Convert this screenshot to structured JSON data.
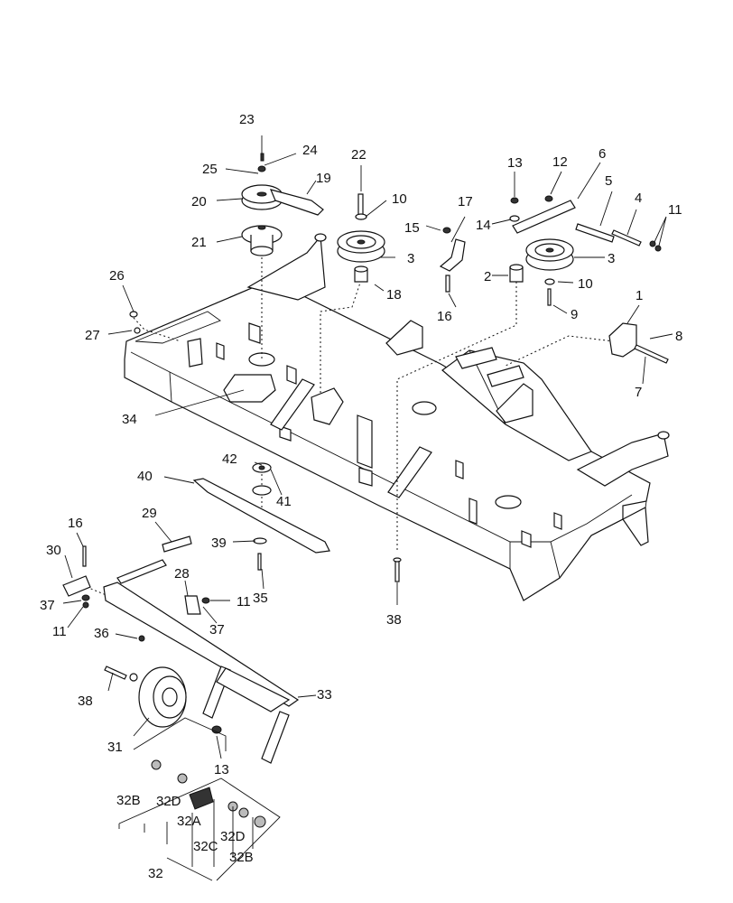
{
  "callouts": [
    {
      "id": "1",
      "text": "1"
    },
    {
      "id": "2",
      "text": "2"
    },
    {
      "id": "3a",
      "text": "3"
    },
    {
      "id": "3b",
      "text": "3"
    },
    {
      "id": "4",
      "text": "4"
    },
    {
      "id": "5",
      "text": "5"
    },
    {
      "id": "6",
      "text": "6"
    },
    {
      "id": "7",
      "text": "7"
    },
    {
      "id": "8",
      "text": "8"
    },
    {
      "id": "9",
      "text": "9"
    },
    {
      "id": "10a",
      "text": "10"
    },
    {
      "id": "10b",
      "text": "10"
    },
    {
      "id": "11a",
      "text": "11"
    },
    {
      "id": "11b",
      "text": "11"
    },
    {
      "id": "11c",
      "text": "11"
    },
    {
      "id": "12",
      "text": "12"
    },
    {
      "id": "13a",
      "text": "13"
    },
    {
      "id": "13b",
      "text": "13"
    },
    {
      "id": "14",
      "text": "14"
    },
    {
      "id": "15",
      "text": "15"
    },
    {
      "id": "16a",
      "text": "16"
    },
    {
      "id": "16b",
      "text": "16"
    },
    {
      "id": "17",
      "text": "17"
    },
    {
      "id": "18",
      "text": "18"
    },
    {
      "id": "19",
      "text": "19"
    },
    {
      "id": "20",
      "text": "20"
    },
    {
      "id": "21",
      "text": "21"
    },
    {
      "id": "22",
      "text": "22"
    },
    {
      "id": "23",
      "text": "23"
    },
    {
      "id": "24",
      "text": "24"
    },
    {
      "id": "25",
      "text": "25"
    },
    {
      "id": "26",
      "text": "26"
    },
    {
      "id": "27",
      "text": "27"
    },
    {
      "id": "28",
      "text": "28"
    },
    {
      "id": "29",
      "text": "29"
    },
    {
      "id": "30",
      "text": "30"
    },
    {
      "id": "31",
      "text": "31"
    },
    {
      "id": "32",
      "text": "32"
    },
    {
      "id": "32A",
      "text": "32A"
    },
    {
      "id": "32Ba",
      "text": "32B"
    },
    {
      "id": "32Bb",
      "text": "32B"
    },
    {
      "id": "32C",
      "text": "32C"
    },
    {
      "id": "32Da",
      "text": "32D"
    },
    {
      "id": "32Db",
      "text": "32D"
    },
    {
      "id": "33",
      "text": "33"
    },
    {
      "id": "34",
      "text": "34"
    },
    {
      "id": "35",
      "text": "35"
    },
    {
      "id": "36",
      "text": "36"
    },
    {
      "id": "37a",
      "text": "37"
    },
    {
      "id": "37b",
      "text": "37"
    },
    {
      "id": "38a",
      "text": "38"
    },
    {
      "id": "38b",
      "text": "38"
    },
    {
      "id": "39",
      "text": "39"
    },
    {
      "id": "40",
      "text": "40"
    },
    {
      "id": "41",
      "text": "41"
    },
    {
      "id": "42",
      "text": "42"
    }
  ]
}
